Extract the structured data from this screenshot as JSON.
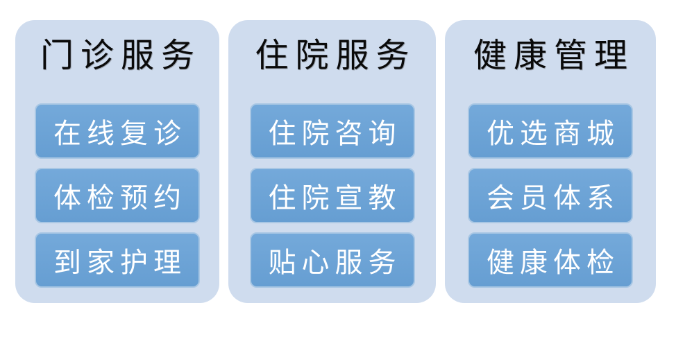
{
  "colors": {
    "page_background": "#ffffff",
    "panel_background": "#cfdcee",
    "button_fill": "#6ba3d6",
    "button_border": "#a9c7e4",
    "title_text": "#0a0a0a",
    "button_text": "#ffffff"
  },
  "columns": [
    {
      "title": "门诊服务",
      "items": [
        "在线复诊",
        "体检预约",
        "到家护理"
      ]
    },
    {
      "title": "住院服务",
      "items": [
        "住院咨询",
        "住院宣教",
        "贴心服务"
      ]
    },
    {
      "title": "健康管理",
      "items": [
        "优选商城",
        "会员体系",
        "健康体检"
      ]
    }
  ]
}
